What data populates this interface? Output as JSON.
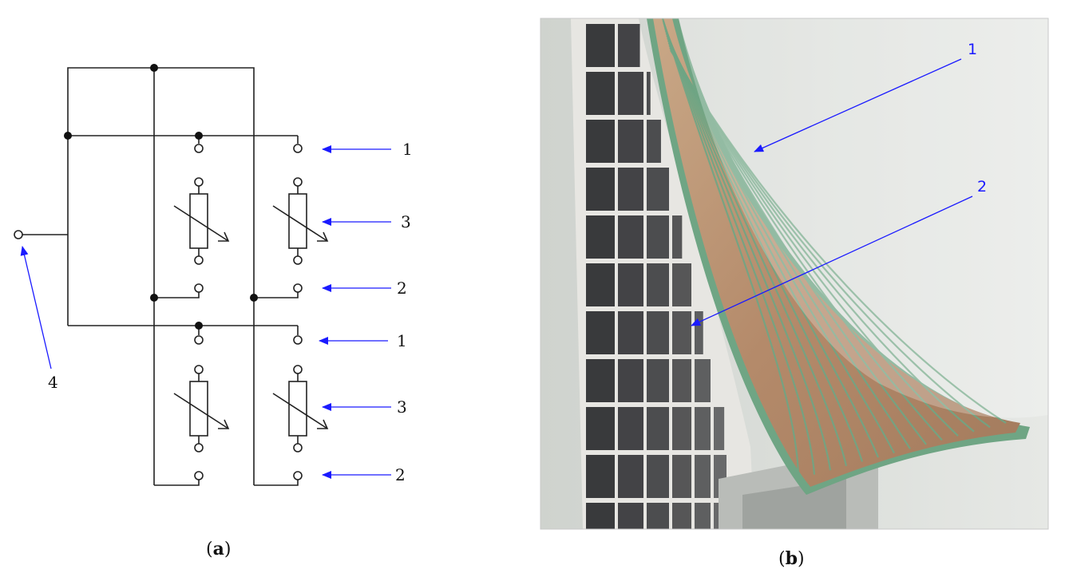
{
  "colors": {
    "wire": "#222222",
    "arrow": "#1a1aff",
    "photo_background": "#d6d9d4",
    "sheet_green": "#6fa584",
    "sensor_copper": "#b48a6a",
    "grid_dark": "#2a2b2e"
  },
  "circuit": {
    "caption": {
      "open": "(",
      "bold": "a",
      "close": ")"
    },
    "labels": {
      "terminal_1_upper": "1",
      "terminal_3_upper": "3",
      "terminal_2_upper": "2",
      "terminal_1_lower": "1",
      "terminal_3_lower": "3",
      "terminal_2_lower": "2",
      "terminal_4": "4"
    }
  },
  "photo": {
    "caption": {
      "open": "(",
      "bold": "b",
      "close": ")"
    },
    "labels": {
      "arrow_1": "1",
      "arrow_2": "2"
    }
  }
}
